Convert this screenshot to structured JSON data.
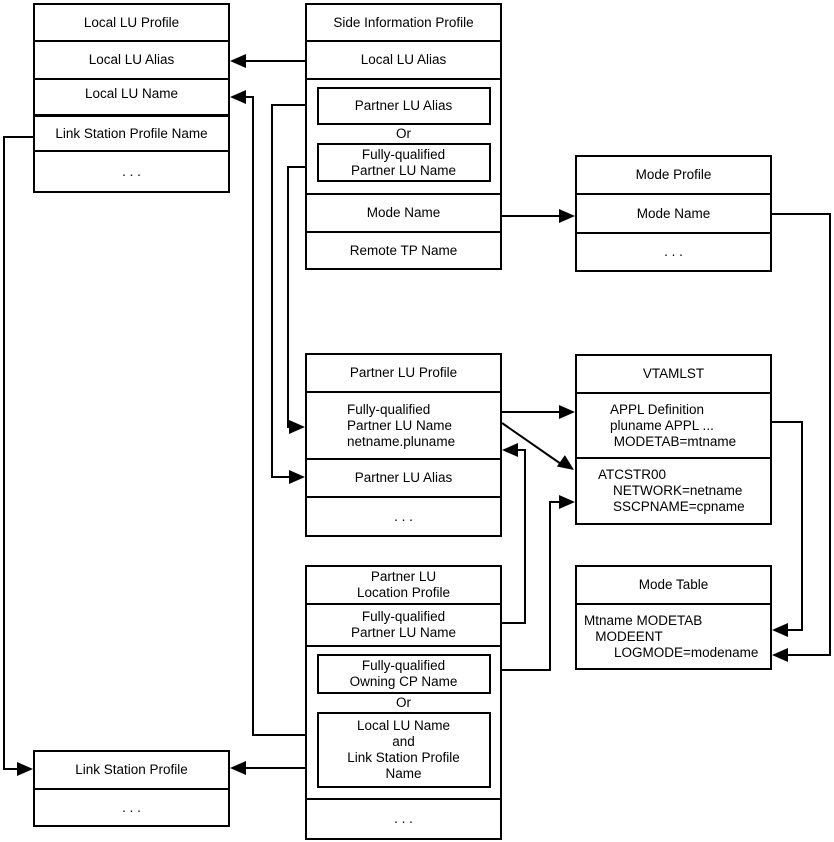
{
  "colors": {
    "line": "#000000",
    "background": "#ffffff",
    "text": "#000000"
  },
  "boxes": {
    "local_lu_profile": {
      "title": "Local LU Profile",
      "rows": [
        "Local LU Alias",
        "Local LU Name",
        "Link Station Profile Name",
        ". . ."
      ]
    },
    "side_information_profile": {
      "title": "Side Information Profile",
      "local_lu_alias": "Local LU Alias",
      "partner_lu_alias": "Partner LU Alias",
      "or": "Or",
      "fq_partner_lu_name": "Fully-qualified\nPartner LU Name",
      "mode_name": "Mode Name",
      "remote_tp_name": "Remote TP Name"
    },
    "mode_profile": {
      "title": "Mode Profile",
      "mode_name": "Mode Name",
      "ellipsis": ". . ."
    },
    "partner_lu_profile": {
      "title": "Partner LU Profile",
      "fq_partner_lu_name": "Fully-qualified\nPartner LU Name\nnetname.pluname",
      "partner_lu_alias": "Partner LU Alias",
      "ellipsis": ". . ."
    },
    "vtamlst": {
      "title": "VTAMLST",
      "appl_definition": "APPL Definition\npluname APPL ...\n MODETAB=mtname",
      "atcstr00": "ATCSTR00\n    NETWORK=netname\n    SSCPNAME=cpname"
    },
    "partner_lu_location_profile": {
      "title": "Partner LU\nLocation Profile",
      "fq_partner_lu_name": "Fully-qualified\nPartner LU Name",
      "fq_owning_cp_name": "Fully-qualified\nOwning CP Name",
      "or": "Or",
      "local_lu_and_link_station": "Local LU Name\nand\nLink Station Profile\nName",
      "ellipsis": ". . ."
    },
    "mode_table": {
      "title": "Mode Table",
      "body": "Mtname MODETAB\n   MODEENT\n        LOGMODE=modename"
    },
    "link_station_profile": {
      "title": "Link Station Profile",
      "ellipsis": ". . ."
    }
  },
  "connections": [
    {
      "from": "Side Information Profile: Local LU Alias",
      "to": "Local LU Profile: Local LU Alias"
    },
    {
      "from": "Side Information Profile: Partner LU Alias",
      "to": "Partner LU Profile: Partner LU Alias"
    },
    {
      "from": "Side Information Profile: Fully-qualified Partner LU Name",
      "to": "Partner LU Profile: Fully-qualified Partner LU Name"
    },
    {
      "from": "Side Information Profile: Mode Name",
      "to": "Mode Profile: Mode Name"
    },
    {
      "from": "Local LU Profile: Link Station Profile Name",
      "to": "Link Station Profile"
    },
    {
      "from": "Mode Profile: Mode Name",
      "to": "Mode Table: LOGMODE=modename"
    },
    {
      "from": "Partner LU Profile: Fully-qualified Partner LU Name",
      "to": "VTAMLST: APPL Definition"
    },
    {
      "from": "Partner LU Profile: Fully-qualified Partner LU Name",
      "to": "VTAMLST: ATCSTR00"
    },
    {
      "from": "VTAMLST: APPL Definition",
      "to": "Mode Table: MODEENT"
    },
    {
      "from": "Partner LU Location Profile: Fully-qualified Partner LU Name",
      "to": "Partner LU Profile: Fully-qualified Partner LU Name"
    },
    {
      "from": "Partner LU Location Profile: Fully-qualified Owning CP Name",
      "to": "VTAMLST: ATCSTR00"
    },
    {
      "from": "Partner LU Location Profile: Local LU Name",
      "to": "Local LU Profile: Local LU Name"
    },
    {
      "from": "Partner LU Location Profile: Link Station Profile Name",
      "to": "Link Station Profile"
    }
  ]
}
